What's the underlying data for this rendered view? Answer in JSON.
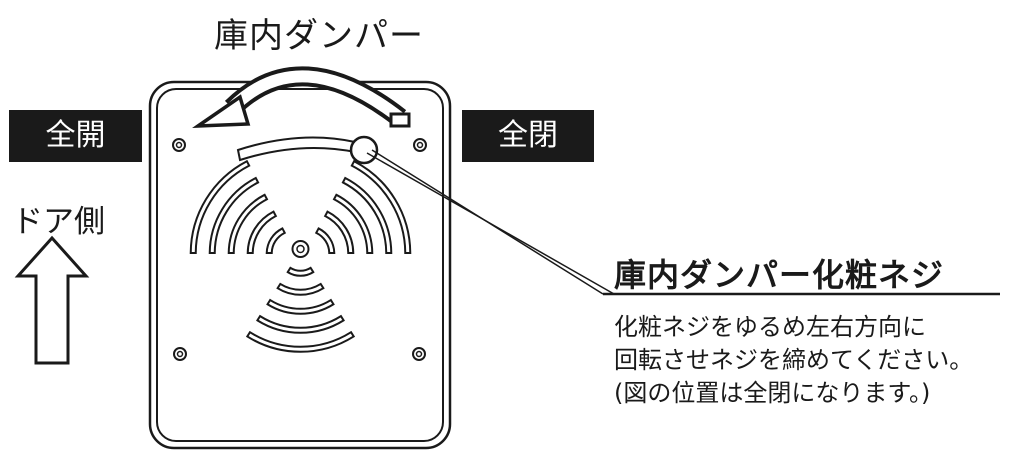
{
  "title": "庫内ダンパー",
  "labels": {
    "full_open": "全開",
    "full_closed": "全閉",
    "door_side": "ドア側"
  },
  "callout": {
    "title": "庫内ダンパー化粧ネジ",
    "lines": [
      "化粧ネジをゆるめ左右方向に",
      "回転させネジを締めてください。",
      "(図の位置は全閉になります。)"
    ]
  }
}
